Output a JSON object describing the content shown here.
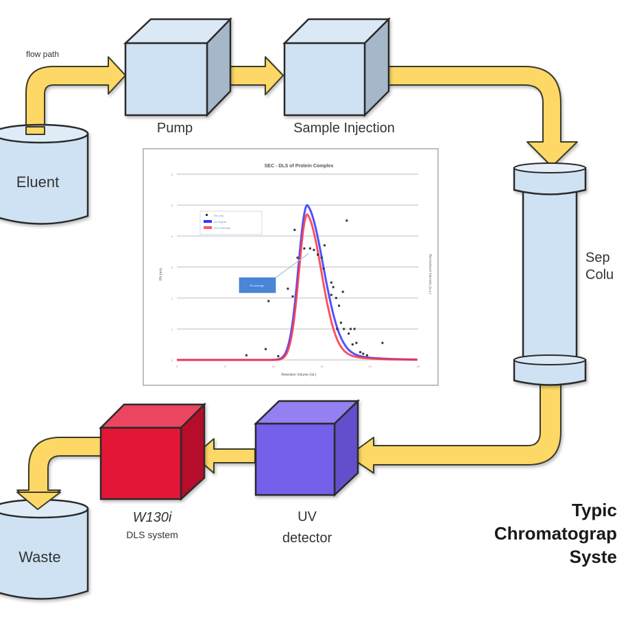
{
  "labels": {
    "flow_path": "flow path",
    "pump": "Pump",
    "sample_injection": "Sample Injection",
    "eluent": "Eluent",
    "column_line1": "Sep",
    "column_line2": "Colu",
    "uv_line1": "UV",
    "uv_line2": "detector",
    "dls_line1": "W130i",
    "dls_line2": "DLS system",
    "waste": "Waste",
    "title_line1": "Typic",
    "title_line2": "Chromatograp",
    "title_line3": "Syste"
  },
  "colors": {
    "flow_arrow": "#fdd866",
    "flow_arrow_stroke": "#3a3a2a",
    "box_light": "#cfe2f3",
    "box_light_top": "#dbe8f5",
    "box_light_side": "#a5b7c8",
    "dls_front": "#e31837",
    "dls_top": "#ec4562",
    "dls_side": "#b5102a",
    "uv_front": "#7560ec",
    "uv_top": "#9580f2",
    "uv_side": "#6450cc",
    "series_blue": "#3333ff",
    "series_red": "#ff3344"
  },
  "chart_data": {
    "type": "line",
    "title": "SEC - DLS of Protein Complex",
    "xlabel": "Retention Volume (mL)",
    "ylabel": "Rh (nm)",
    "y2label": "Normalized Intensity (a.u.)",
    "legend_placement": "top-left",
    "legend": [
      "Rh (nm)",
      "UV Signal",
      "DLS Intensity"
    ],
    "annotation": "Rh average",
    "x_ticks": [
      "0",
      "5",
      "10",
      "15",
      "20",
      "25"
    ],
    "xlim": [
      0,
      25
    ],
    "ylim": [
      0,
      6
    ],
    "y_ticks": [
      "0",
      "1",
      "2",
      "3",
      "4",
      "5",
      "6"
    ],
    "grid": true,
    "series": [
      {
        "name": "UV Signal",
        "color": "#3333ff",
        "peak_x": 13.5,
        "peak_y": 5.0,
        "width_left": 0.9,
        "width_right": 1.7
      },
      {
        "name": "DLS Intensity",
        "color": "#ff3344",
        "peak_x": 13.5,
        "peak_y": 4.7,
        "width_left": 0.85,
        "width_right": 1.5
      }
    ],
    "scatter": {
      "name": "Rh (nm)",
      "points": [
        [
          7.2,
          0.15
        ],
        [
          9.2,
          0.35
        ],
        [
          10.5,
          0.12
        ],
        [
          9.5,
          1.9
        ],
        [
          11.5,
          2.3
        ],
        [
          12.0,
          2.05
        ],
        [
          12.2,
          4.2
        ],
        [
          12.5,
          3.3
        ],
        [
          13.2,
          3.6
        ],
        [
          13.8,
          3.6
        ],
        [
          14.2,
          3.55
        ],
        [
          14.6,
          3.4
        ],
        [
          15.0,
          3.3
        ],
        [
          15.3,
          3.7
        ],
        [
          15.2,
          2.95
        ],
        [
          16.0,
          2.5
        ],
        [
          16.2,
          2.35
        ],
        [
          16.0,
          2.1
        ],
        [
          16.5,
          2.0
        ],
        [
          16.8,
          1.75
        ],
        [
          17.2,
          2.2
        ],
        [
          17.6,
          4.5
        ],
        [
          16.6,
          1.0
        ],
        [
          17.0,
          1.2
        ],
        [
          17.3,
          1.0
        ],
        [
          18.0,
          1.0
        ],
        [
          18.4,
          1.0
        ],
        [
          17.8,
          0.85
        ],
        [
          18.2,
          0.5
        ],
        [
          18.6,
          0.55
        ],
        [
          19.0,
          0.25
        ],
        [
          19.3,
          0.2
        ],
        [
          19.7,
          0.15
        ],
        [
          21.3,
          0.55
        ]
      ]
    }
  }
}
